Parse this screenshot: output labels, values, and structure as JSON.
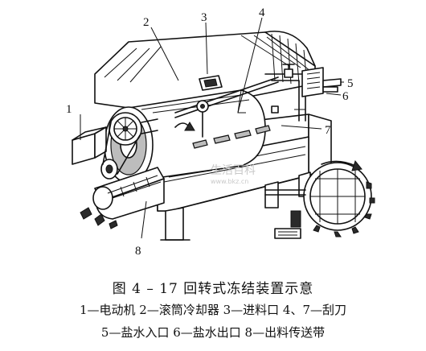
{
  "figure": {
    "callouts": [
      {
        "id": "1",
        "text": "1"
      },
      {
        "id": "2",
        "text": "2"
      },
      {
        "id": "3",
        "text": "3"
      },
      {
        "id": "4",
        "text": "4"
      },
      {
        "id": "5",
        "text": "5"
      },
      {
        "id": "6",
        "text": "6"
      },
      {
        "id": "7",
        "text": "7"
      },
      {
        "id": "8",
        "text": "8"
      }
    ],
    "watermark": {
      "brand": "生活百科",
      "url": "www.bkz.cn"
    }
  },
  "caption": {
    "title": "图 4 – 17    回转式冻结装置示意",
    "legend_line1": "1—电动机  2—滚筒冷却器  3—进料口  4、7—刮刀",
    "legend_line2": "5—盐水入口  6—盐水出口  8—出料传送带"
  }
}
